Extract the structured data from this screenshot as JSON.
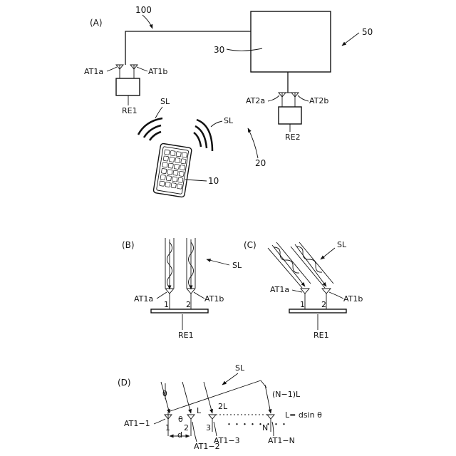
{
  "panels": {
    "A": "(A)",
    "B": "(B)",
    "C": "(C)",
    "D": "(D)"
  },
  "refs": {
    "r100": "100",
    "r50": "50",
    "r30": "30",
    "r20": "20",
    "r10": "10"
  },
  "labels": {
    "at1a": "AT1a",
    "at1b": "AT1b",
    "at2a": "AT2a",
    "at2b": "AT2b",
    "re1": "RE1",
    "re2": "RE2",
    "sl": "SL",
    "one": "1",
    "two": "2",
    "three": "3",
    "n": "N",
    "theta": "θ",
    "d": "d",
    "L": "L",
    "twoL": "2L",
    "nm1L": "(N−1)L",
    "formula": "L= dsin θ",
    "dots": "・・・・・・・・",
    "at1_1": "AT1−1",
    "at1_2": "AT1−2",
    "at1_3": "AT1−3",
    "at1_n": "AT1−N"
  }
}
